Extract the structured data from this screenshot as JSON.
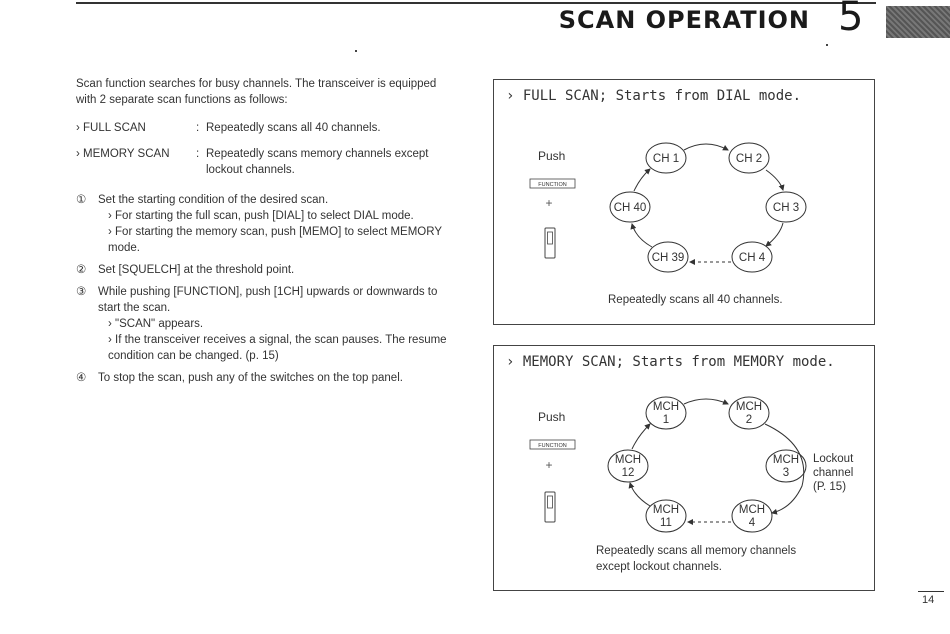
{
  "header": {
    "title": "SCAN OPERATION",
    "chapter": "5"
  },
  "intro": "Scan function searches for busy channels.   The transceiver is equipped with 2 separate scan functions as follows:",
  "definitions": [
    {
      "term": "› FULL SCAN",
      "desc": "Repeatedly scans all 40 channels."
    },
    {
      "term": "› MEMORY SCAN",
      "desc": "Repeatedly scans memory channels except lockout channels."
    }
  ],
  "steps": [
    {
      "num": "①",
      "text": "Set the starting condition of the desired scan.",
      "subs": [
        "› For starting the full scan, push [DIAL] to select DIAL mode.",
        "› For starting the memory scan, push [MEMO] to select MEMORY mode."
      ]
    },
    {
      "num": "②",
      "text": "Set [SQUELCH] at the threshold point.",
      "subs": []
    },
    {
      "num": "③",
      "text": "While pushing [FUNCTION], push [1CH] upwards or downwards to start the scan.",
      "subs": [
        "› \"SCAN\" appears.",
        "› If the transceiver receives a signal, the scan pauses. The resume condition can be changed. (p. 15)"
      ]
    },
    {
      "num": "④",
      "text": "To stop the scan, push any of the switches on the top panel.",
      "subs": []
    }
  ],
  "full_scan": {
    "title": "› FULL SCAN; Starts from DIAL mode.",
    "push": "Push",
    "key": "FUNCTION",
    "plus": "+",
    "channels": {
      "a": "CH 1",
      "b": "CH 2",
      "c": "CH 3",
      "d": "CH 4",
      "e": "CH 39",
      "f": "CH 40"
    },
    "caption": "Repeatedly scans all 40 channels."
  },
  "memory_scan": {
    "title": "› MEMORY SCAN; Starts from MEMORY mode.",
    "push": "Push",
    "key": "FUNCTION",
    "plus": "+",
    "channels": {
      "a": [
        "MCH",
        "1"
      ],
      "b": [
        "MCH",
        "2"
      ],
      "c": [
        "MCH",
        "3"
      ],
      "d": [
        "MCH",
        "4"
      ],
      "e": [
        "MCH",
        "11"
      ],
      "f": [
        "MCH",
        "12"
      ]
    },
    "lockout": [
      "Lockout",
      "channel",
      "(P. 15)"
    ],
    "caption": [
      "Repeatedly scans all memory channels",
      "except lockout channels."
    ]
  },
  "page_number": "14",
  "colors": {
    "ink": "#2b2b2b",
    "rule": "#333333"
  }
}
